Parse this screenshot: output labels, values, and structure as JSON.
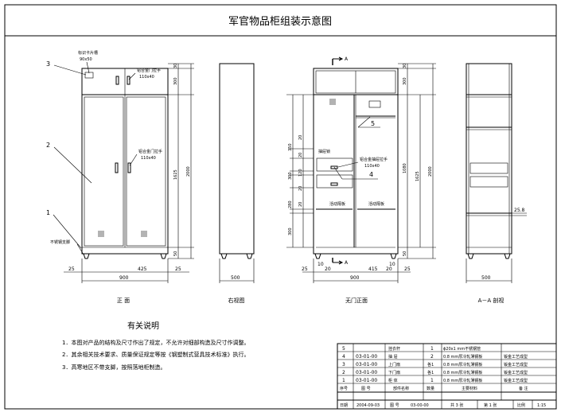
{
  "title": "军官物品柜组装示意图",
  "views": {
    "front": {
      "caption": "正 面",
      "callouts": [
        "3",
        "2",
        "1"
      ],
      "labels": {
        "id_card_slot": "标识卡片槽",
        "id_card_size": "90x50",
        "upper_handle": "铝合金门拉手",
        "upper_handle_size": "110x40",
        "lower_handle": "铝合金门拉手",
        "lower_handle_size": "110x40",
        "foot": "不锈钢支脚"
      },
      "dims": {
        "overall_height": "2000",
        "door_height": "1625",
        "top_a": "30",
        "top_b": "300",
        "base": "50",
        "left_margin": "25",
        "door_width": "425",
        "right_margin": "25",
        "overall_width": "900"
      }
    },
    "right": {
      "caption": "右视图",
      "width": "500"
    },
    "open": {
      "caption": "无门正面",
      "section_mark": "A",
      "callouts": [
        "5",
        "4"
      ],
      "labels": {
        "drawer": "抽屉锁",
        "drawer_handle": "铝合金抽屉拉手",
        "drawer_handle_size": "110x40",
        "shelf_left": "活动隔板",
        "shelf_right": "活动隔板"
      },
      "dims_left": [
        "350",
        "20",
        "20",
        "300",
        "120",
        "20",
        "280",
        "20",
        "300"
      ],
      "dims_right": [
        "1080",
        "1625",
        "2000"
      ],
      "dims_bottom": [
        "10",
        "20",
        "415",
        "20",
        "10"
      ],
      "overall_width": "900",
      "top_a": "30",
      "top_b": "300",
      "base": "50",
      "bottom_left": "25",
      "bottom_right": "25"
    },
    "section": {
      "caption": "A－A 剖视",
      "shelf_thickness": "25.8",
      "width": "500"
    }
  },
  "notes": {
    "heading": "有关说明",
    "items": [
      "1．本图对产品的结构及尺寸作出了规定，不允许对细部构造及尺寸作调整。",
      "2．其余相关技术要求、质量保证规定等按《钢塑制式营具技术标准》执行。",
      "3．高寒地区不带支脚，按照落地柜制造。"
    ]
  },
  "bom": {
    "rows": [
      {
        "no": "5",
        "code": "",
        "name": "挂衣杆",
        "qty": "1",
        "material": "ϕ20x1 mm不锈钢管",
        "remark": ""
      },
      {
        "no": "4",
        "code": "03-01-00",
        "name": "抽 屉",
        "qty": "2",
        "material": "0.8 mm厚冷轧薄钢板",
        "remark": "钣金工艺成型"
      },
      {
        "no": "3",
        "code": "03-01-00",
        "name": "上门扇",
        "qty": "各1",
        "material": "0.8 mm厚冷轧薄钢板",
        "remark": "钣金工艺成型"
      },
      {
        "no": "2",
        "code": "03-01-00",
        "name": "下门扇",
        "qty": "各1",
        "material": "0.8 mm厚冷轧薄钢板",
        "remark": "钣金工艺成型"
      },
      {
        "no": "1",
        "code": "03-01-00",
        "name": "柜 体",
        "qty": "1",
        "material": "0.8 mm厚冷轧薄钢板",
        "remark": "钣金工艺成型"
      }
    ],
    "headers": {
      "no": "序号",
      "code": "图 号",
      "name": "部件名称",
      "qty": "数量",
      "material": "主要材料",
      "remark": "备 注"
    },
    "footer": {
      "date_label": "日期",
      "date": "2004-09-03",
      "code_label": "图 号",
      "code": "03-00-00",
      "sheets": "共 3 张",
      "sheet_no": "第 1 张",
      "scale_label": "比例",
      "scale": "1:15"
    }
  }
}
